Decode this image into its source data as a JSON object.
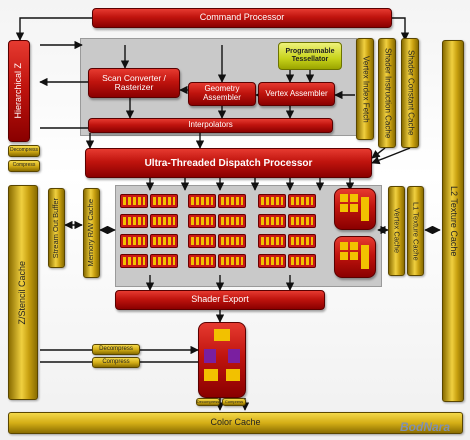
{
  "blocks": {
    "command_processor": "Command Processor",
    "hierarchical_z": "Hierarchical Z",
    "scan_converter": "Scan Converter / Rasterizer",
    "geometry_assembler": "Geometry Assembler",
    "vertex_assembler": "Vertex Assembler",
    "programmable_tessellator": "Programmable Tessellator",
    "vertex_index_fetch": "Vertex Index Fetch",
    "shader_instruction_cache": "Shader Instruction Cache",
    "shader_constant_cache": "Shader Constant Cache",
    "interpolators": "Interpolators",
    "dispatch_processor": "Ultra-Threaded Dispatch Processor",
    "decompress_left": "Decompress",
    "compress_left": "Compress",
    "stream_out_buffer": "Stream Out Buffer",
    "memory_rw_cache": "Memory R/W Cache",
    "vertex_cache": "Vertex Cache",
    "l1_texture_cache": "L1 Texture Cache",
    "l2_texture_cache": "L2 Texture Cache",
    "z_stencil_cache": "Z/Stencil Cache",
    "shader_export": "Shader Export",
    "decompress_mid": "Decompress",
    "compress_mid": "Compress",
    "decompress_small": "Decompress",
    "compress_small": "Compress",
    "color_cache": "Color Cache"
  },
  "watermark": "BodNara",
  "colors": {
    "red": "#c0140e",
    "gold": "#d4ae16",
    "grey": "#c9c9c9",
    "green": "#c7d31a"
  }
}
